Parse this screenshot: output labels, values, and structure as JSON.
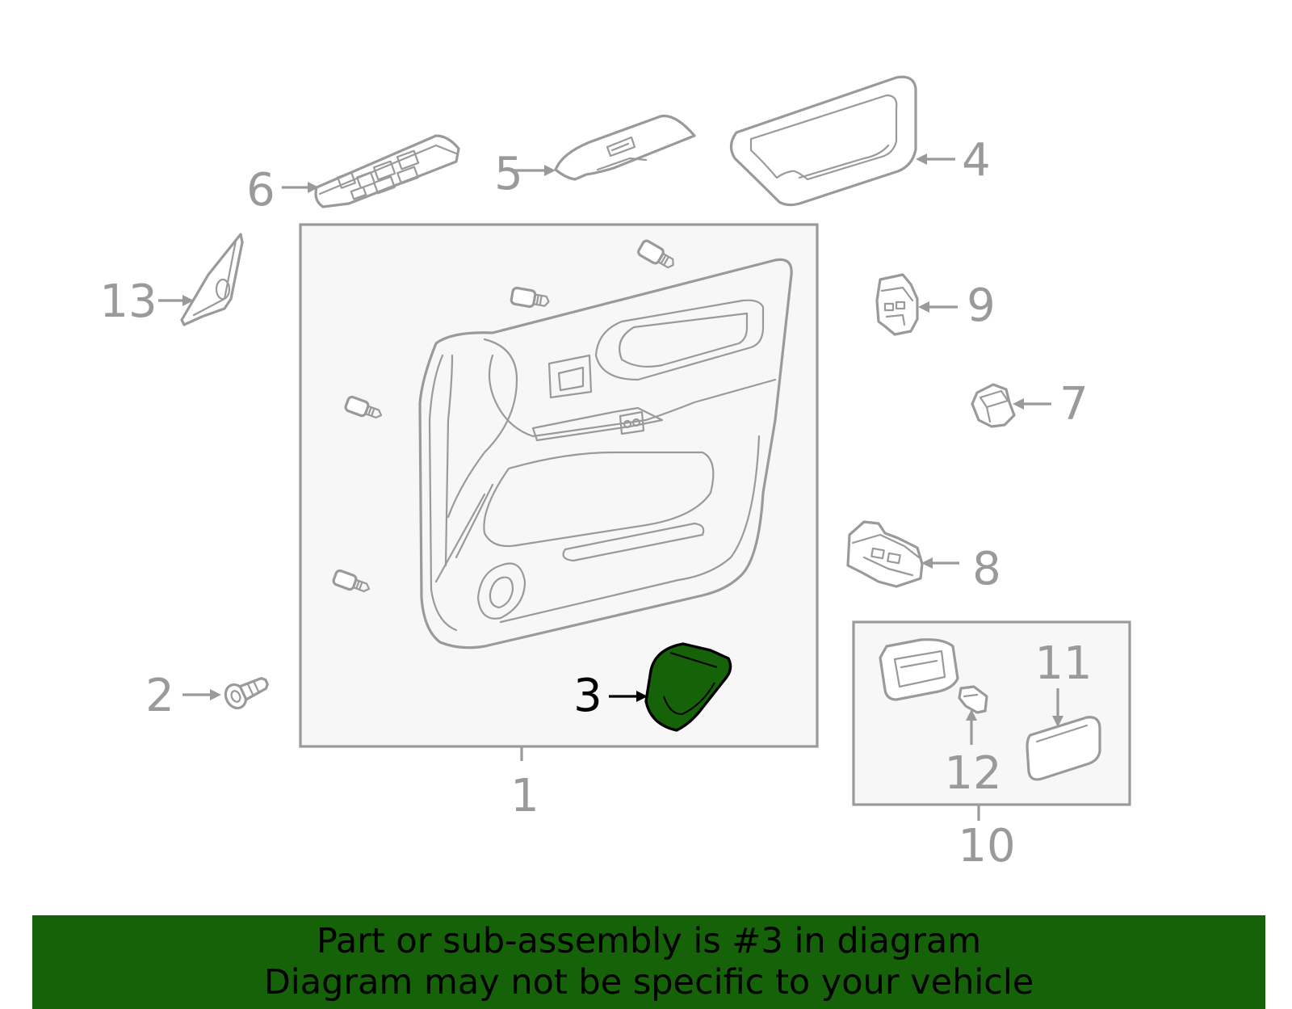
{
  "colors": {
    "line": "#9a9a9a",
    "box_fill": "#f7f7f7",
    "highlight_fill": "#156209",
    "highlight_stroke": "#000000",
    "banner_bg": "#156209",
    "banner_text": "#000000"
  },
  "callouts": {
    "c1": "1",
    "c2": "2",
    "c3": "3",
    "c4": "4",
    "c5": "5",
    "c6": "6",
    "c7": "7",
    "c8": "8",
    "c9": "9",
    "c10": "10",
    "c11": "11",
    "c12": "12",
    "c13": "13"
  },
  "highlighted_part": "3",
  "banner": {
    "line1": "Part or sub-assembly is #3 in diagram",
    "line2": "Diagram may not be specific to your vehicle"
  }
}
